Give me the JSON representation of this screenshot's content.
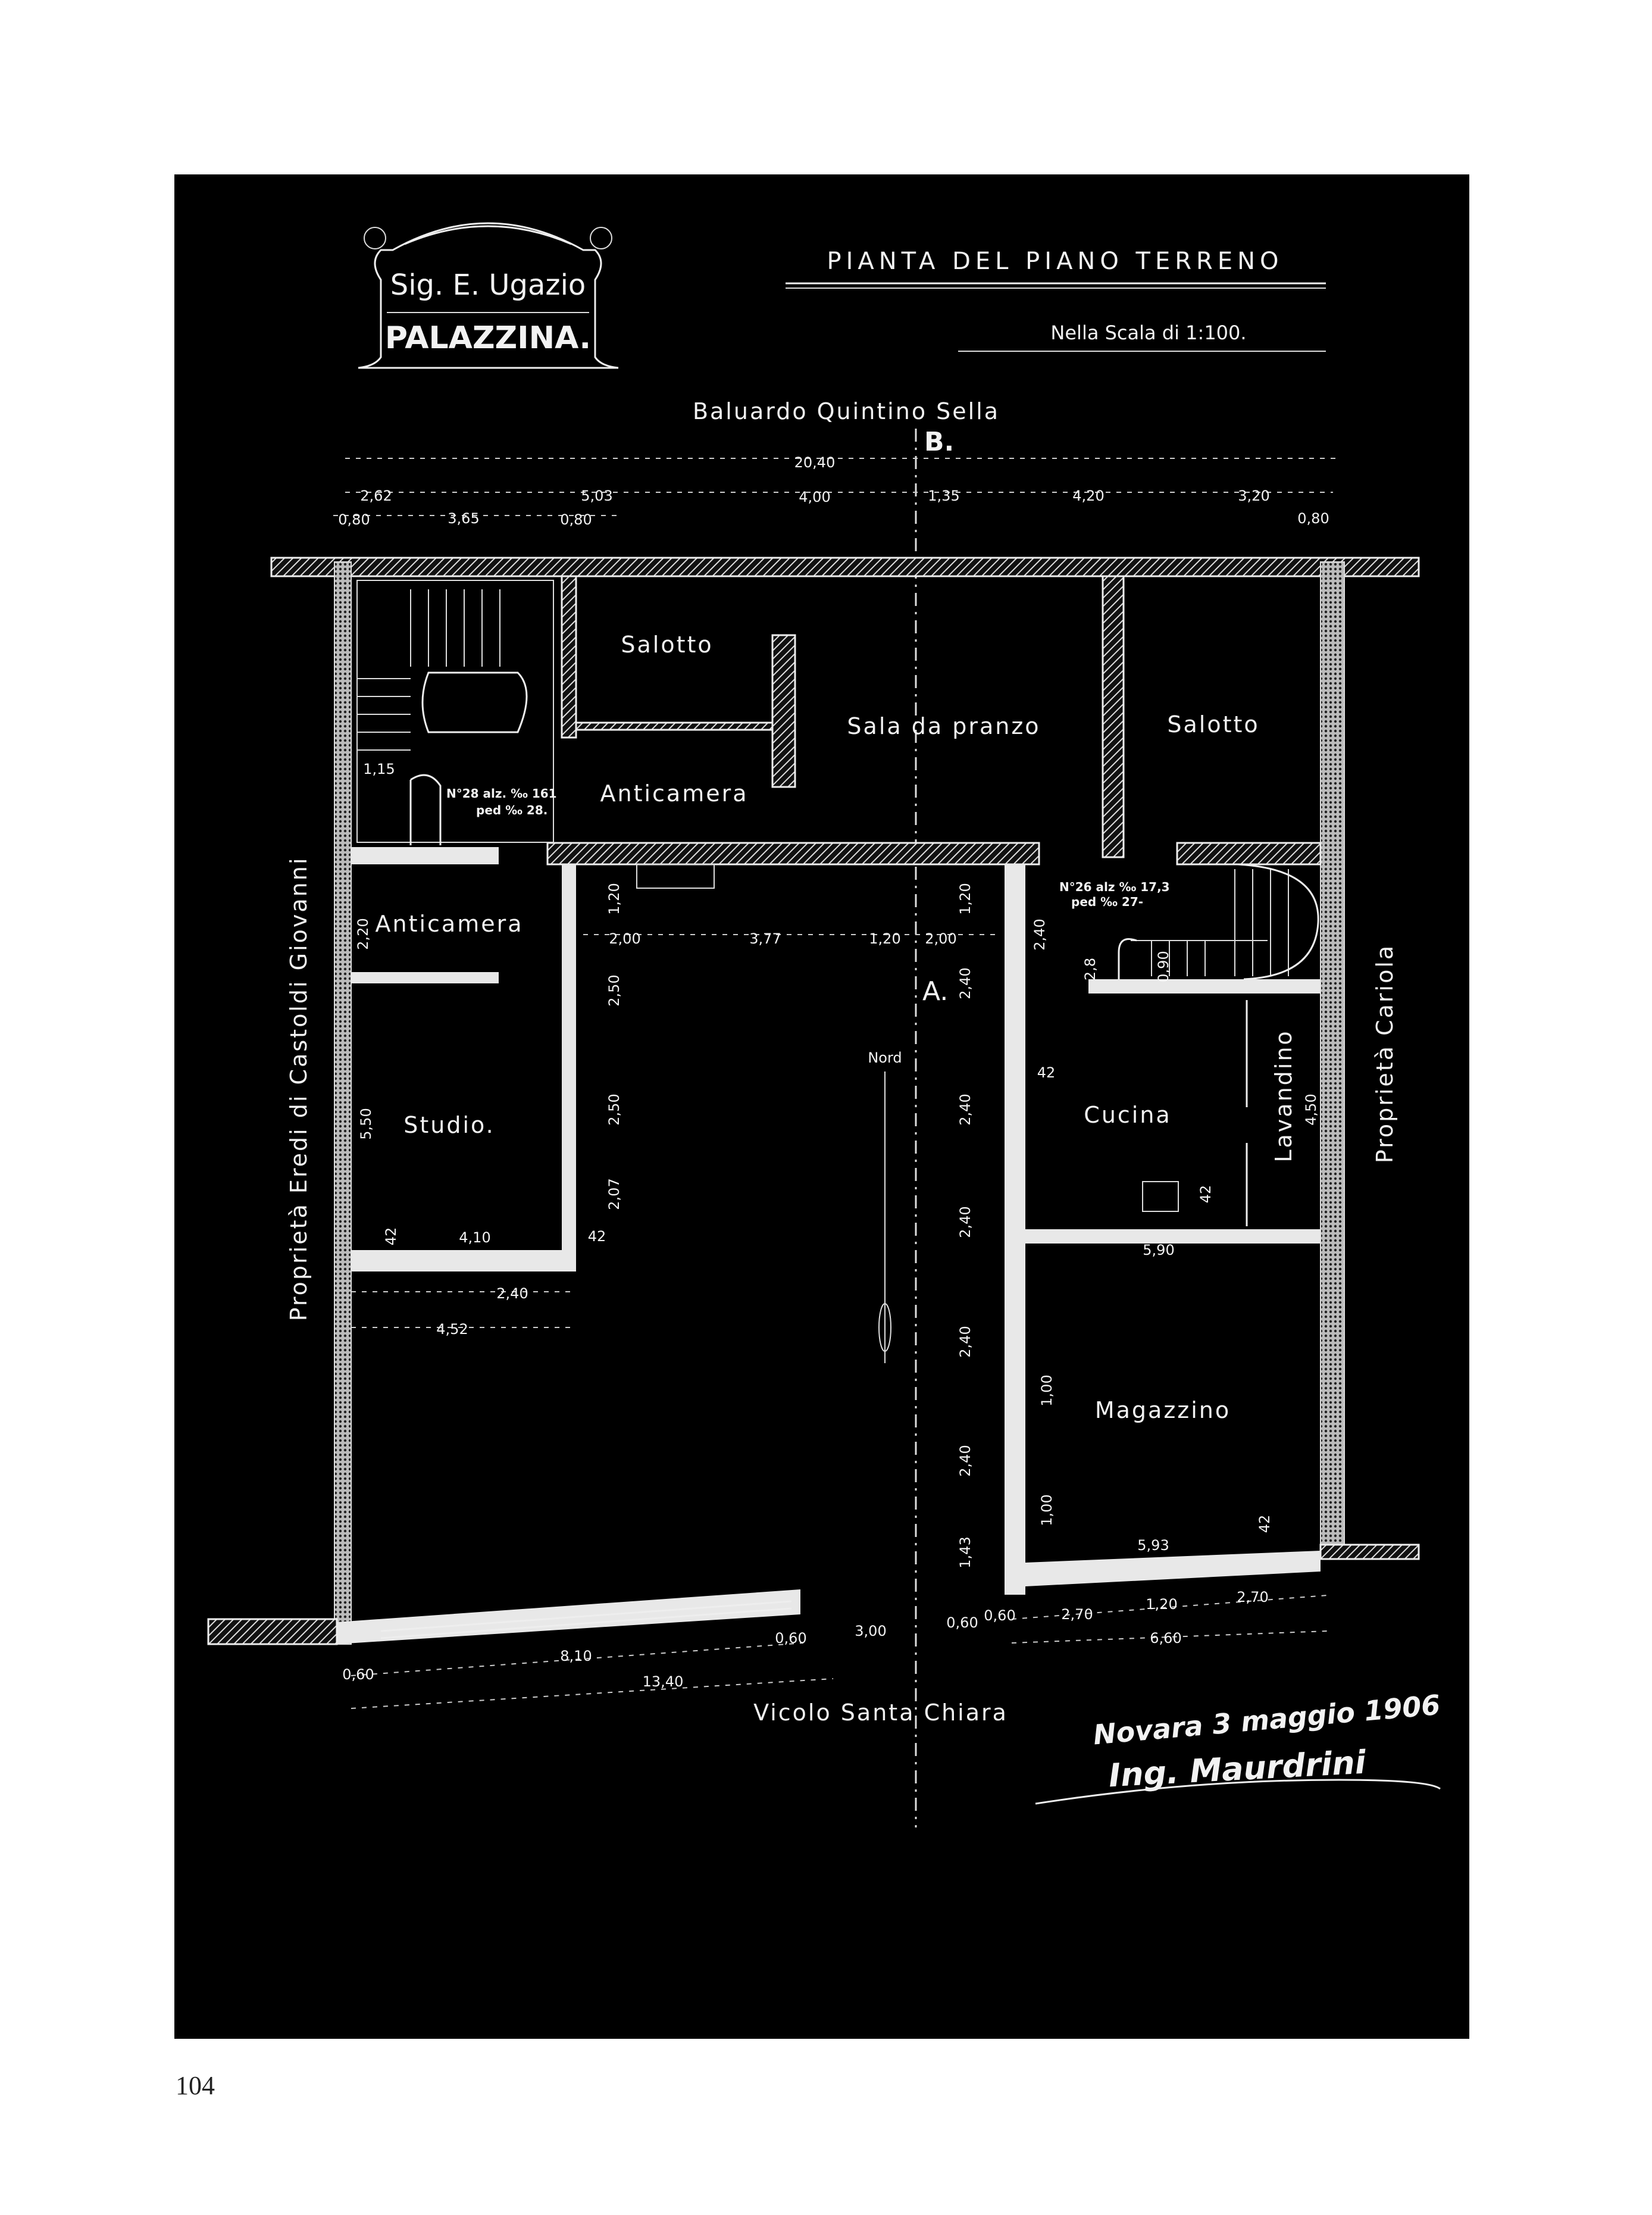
{
  "page_number": "104",
  "logo": {
    "line1": "Sig. E. Ugazio",
    "line2": "PALAZZINA."
  },
  "title": "PIANTA DEL PIANO TERRENO",
  "scale": "Nella Scala di 1:100.",
  "streets": {
    "top": "Baluardo Quintino Sella",
    "bottom": "Vicolo Santa Chiara"
  },
  "neighbors": {
    "left": "Proprietà Eredi di Castoldi Giovanni",
    "right": "Proprietà Cariola"
  },
  "section_marks": {
    "b": "B.",
    "a": "A."
  },
  "north": "Nord",
  "rooms": {
    "salotto_left": "Salotto",
    "sala_pranzo": "Sala da pranzo",
    "salotto_right": "Salotto",
    "anticamera_center": "Anticamera",
    "anticamera_left": "Anticamera",
    "studio": "Studio.",
    "cucina": "Cucina",
    "lavandino": "Lavandino",
    "magazzino": "Magazzino"
  },
  "stair_notes": {
    "left_1": "N°28 alz. ‰ 161",
    "left_2": "ped ‰ 28.",
    "right_1": "N°26 alz ‰ 17,3",
    "right_2": "ped ‰ 27-"
  },
  "dimensions": {
    "total_top": "20,40",
    "d262": "2,62",
    "d503": "5,03",
    "d400": "4,00",
    "d135": "1,35",
    "d420": "4,20",
    "d320": "3,20",
    "d080a": "0,80",
    "d365": "3,65",
    "d080b": "0,80",
    "d080c": "0,80",
    "d115": "1,15",
    "h200a": "2,00",
    "h377": "3,77",
    "h120": "1,20",
    "h200b": "2,00",
    "v120a": "1,20",
    "v250a": "2,50",
    "v250b": "2,50",
    "v207": "2,07",
    "v120b": "1,20",
    "v240a": "2,40",
    "v240b": "2,40",
    "v240c": "2,40",
    "v240d": "2,40",
    "v240e": "2,40",
    "v143": "1,43",
    "v240f": "2,40",
    "d28": "2,8",
    "d090": "0,90",
    "d42a": "42",
    "d42b": "42",
    "d590": "5,90",
    "v100a": "1,00",
    "v100b": "1,00",
    "d593": "5,93",
    "d42c": "42",
    "v450": "4,50",
    "v220": "2,20",
    "v550": "5,50",
    "d42d": "42",
    "d410": "4,10",
    "d42e": "42",
    "d240s": "2,40",
    "d452": "4,52",
    "d810": "8,10",
    "d060a": "0,60",
    "d060b": "0,60",
    "d300": "3,00",
    "d060c": "0,60",
    "d060d": "0,60",
    "d270a": "2,70",
    "d120b": "1,20",
    "d270b": "2,70",
    "d660": "6,60",
    "d1340": "13,40"
  },
  "signature": {
    "date": "Novara 3 maggio 1906",
    "name": "Ing. Maurdrini"
  },
  "colors": {
    "background": "#000000",
    "ink": "#f2f2f2",
    "page": "#ffffff"
  }
}
